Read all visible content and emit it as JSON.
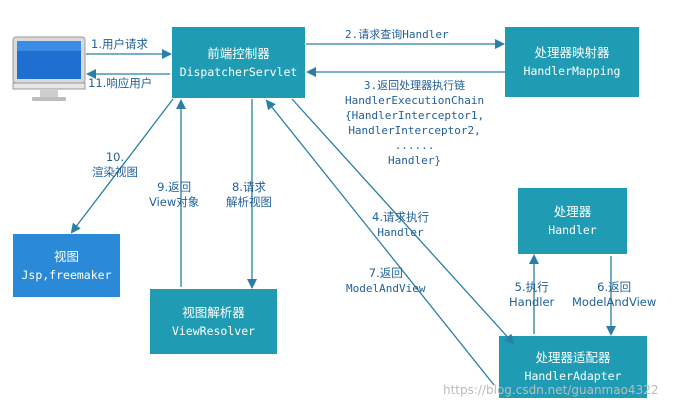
{
  "nodes": {
    "dispatcher": {
      "title": "前端控制器",
      "sub": "DispatcherServlet"
    },
    "handler_mapping": {
      "title": "处理器映射器",
      "sub": "HandlerMapping"
    },
    "view": {
      "title": "视图",
      "sub": "Jsp,freemaker"
    },
    "view_resolver": {
      "title": "视图解析器",
      "sub": "ViewResolver"
    },
    "handler": {
      "title": "处理器",
      "sub": "Handler"
    },
    "handler_adapter": {
      "title": "处理器适配器",
      "sub": "HandlerAdapter"
    }
  },
  "labels": {
    "step1": "1.用户请求",
    "step11": "11.响应用户",
    "step2": "2.请求查询Handler",
    "step3": [
      "3.返回处理器执行链",
      "HandlerExecutionChain",
      "{HandlerInterceptor1,",
      "HandlerInterceptor2,",
      "......",
      "Handler}"
    ],
    "step4": [
      "4.请求执行",
      "Handler"
    ],
    "step5": [
      "5.执行",
      "Handler"
    ],
    "step6": [
      "6.返回",
      "ModelAndView"
    ],
    "step7": [
      "7.返回",
      "ModelAndView"
    ],
    "step8": [
      "8.请求",
      "解析视图"
    ],
    "step9": [
      "9.返回",
      "View对象"
    ],
    "step10": [
      "10.",
      "渲染视图"
    ]
  },
  "icons": {
    "user": "computer-monitor-icon"
  },
  "colors": {
    "node": "#1f9bb3",
    "view_node": "#2a8ad8",
    "arrow": "#2a7fa6",
    "label": "#1f5f9a"
  },
  "watermark": "https://blog.csdn.net/guanmao4322"
}
